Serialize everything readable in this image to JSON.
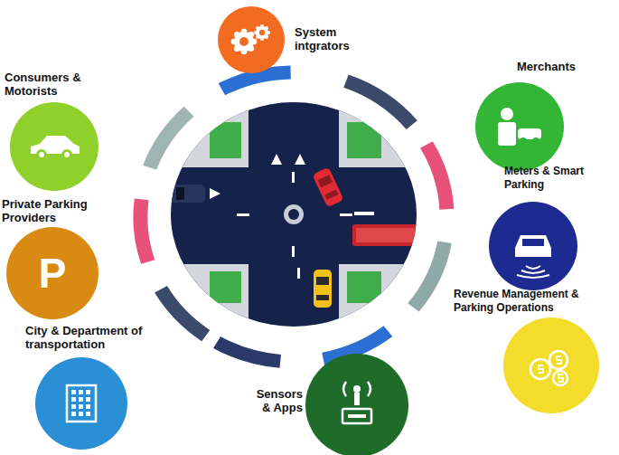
{
  "diagram": {
    "nodes": [
      {
        "text": [
          "System intgrators"
        ]
      },
      {
        "text": [
          "Merchants"
        ]
      },
      {
        "text": [
          "Meters & Smart Parking"
        ]
      },
      {
        "text": [
          "Revenue Management & Parking Operations"
        ]
      },
      {
        "text": [
          "Sensors & Apps"
        ]
      },
      {
        "text": [
          "City & Department of transportation"
        ]
      },
      {
        "text": [
          "Private Parking Providers",
          "P"
        ]
      },
      {
        "text": [
          "Consumers & Motorists"
        ]
      }
    ]
  }
}
